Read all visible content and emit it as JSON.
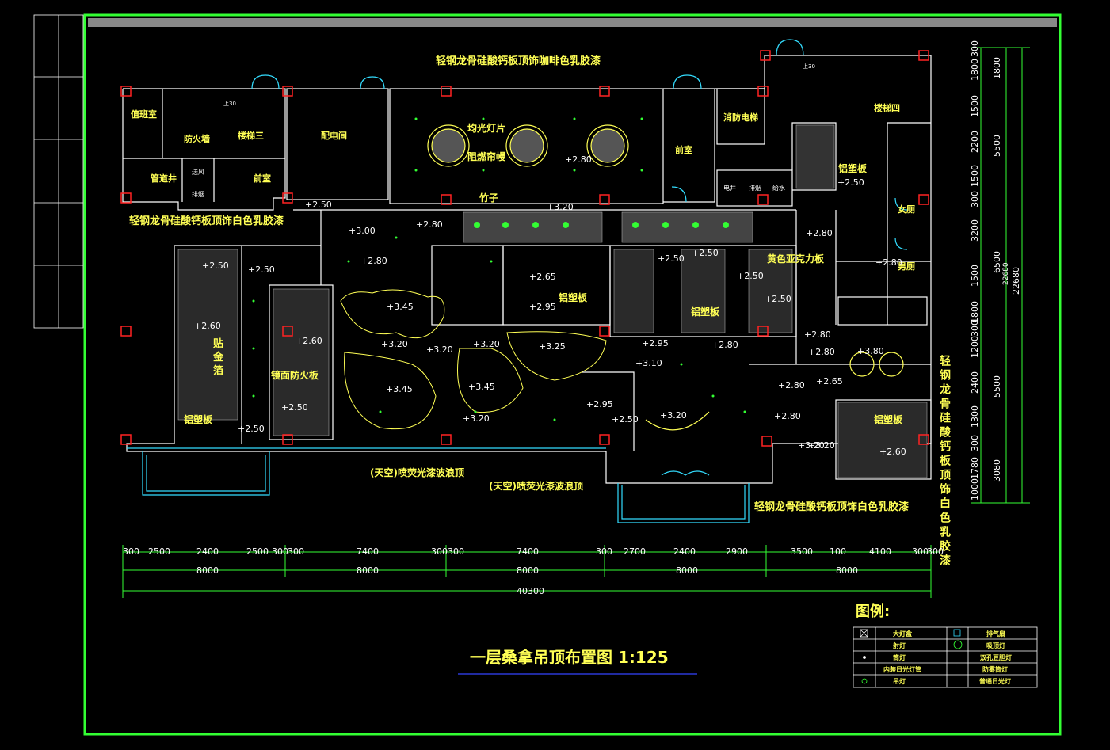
{
  "drawing": {
    "title": "一层桑拿吊顶布置图 1:125"
  },
  "rooms": [
    {
      "name": "值班室"
    },
    {
      "name": "防火墙"
    },
    {
      "name": "楼梯三"
    },
    {
      "name": "配电间"
    },
    {
      "name": "管道井"
    },
    {
      "name": "送风"
    },
    {
      "name": "排烟"
    },
    {
      "name": "前室"
    },
    {
      "name": "前室"
    },
    {
      "name": "消防电梯"
    },
    {
      "name": "楼梯四"
    },
    {
      "name": "电井"
    },
    {
      "name": "排烟"
    },
    {
      "name": "给水"
    },
    {
      "name": "女厕"
    },
    {
      "name": "男厕"
    },
    {
      "name": "上30"
    },
    {
      "name": "上30"
    }
  ],
  "annotations": [
    {
      "text": "轻钢龙骨硅酸钙板顶饰咖啡色乳胶漆"
    },
    {
      "text": "轻钢龙骨硅酸钙板顶饰白色乳胶漆"
    },
    {
      "text": "轻钢龙骨硅酸钙板顶饰白色乳胶漆"
    },
    {
      "text": "均光灯片"
    },
    {
      "text": "阻燃帘幔"
    },
    {
      "text": "竹子"
    },
    {
      "text": "铝塑板"
    },
    {
      "text": "铝塑板"
    },
    {
      "text": "铝塑板"
    },
    {
      "text": "铝塑板"
    },
    {
      "text": "铝塑板"
    },
    {
      "text": "镜面防火板"
    },
    {
      "text": "黄色亚克力板"
    },
    {
      "text": "(天空)喷荧光漆波浪顶"
    },
    {
      "text": "(天空)喷荧光漆波浪顶"
    },
    {
      "text": "贴"
    },
    {
      "text": "金"
    },
    {
      "text": "箔"
    },
    {
      "text": "轻钢龙骨硅酸钙板顶饰白色乳胶漆"
    }
  ],
  "elevations": [
    "+2.80",
    "+2.50",
    "+3.00",
    "+2.80",
    "+3.20",
    "+2.80",
    "+2.80",
    "+2.50",
    "+2.50",
    "+2.60",
    "+2.60",
    "+2.50",
    "+2.50",
    "+2.80",
    "+3.45",
    "+3.20",
    "+3.20",
    "+3.20",
    "+3.25",
    "+3.45",
    "+3.45",
    "+3.20",
    "+2.65",
    "+2.95",
    "+2.50",
    "+2.50",
    "+2.50",
    "+2.50",
    "+2.80",
    "+2.95",
    "+2.80",
    "+3.10",
    "+2.95",
    "+2.50",
    "+3.20",
    "+3.20",
    "+2.80",
    "+3.80",
    "+2.80",
    "+2.65",
    "+2.80",
    "+3.20",
    "+2.60",
    "+2.50"
  ],
  "dimensions": {
    "bottom_row1": [
      "300",
      "2500",
      "2400",
      "2500",
      "300",
      "300",
      "7400",
      "300",
      "300",
      "7400",
      "300",
      "2700",
      "2400",
      "2900",
      "3500",
      "100",
      "4100",
      "300",
      "300"
    ],
    "bottom_row2": [
      "8000",
      "8000",
      "8000",
      "8000",
      "8000"
    ],
    "bottom_total": "40300",
    "right_col1": [
      "300",
      "1800",
      "1500",
      "2200",
      "1500",
      "300",
      "3200",
      "1500",
      "1800",
      "300",
      "1200",
      "2400",
      "1300",
      "300",
      "1780",
      "1000"
    ],
    "right_col2": [
      "1800",
      "5500",
      "6500",
      "5500",
      "3080"
    ],
    "right_total_a": "22680",
    "right_total_b": "22680"
  },
  "legend": {
    "title": "图例:",
    "items": [
      {
        "label": "大灯盒",
        "icon": "square-cross-icon"
      },
      {
        "label": "排气扇",
        "icon": "square-icon"
      },
      {
        "label": "射灯",
        "icon": "dot-icon"
      },
      {
        "label": "吸顶灯",
        "icon": "circle-cross-icon"
      },
      {
        "label": "筒灯",
        "icon": "small-dot-icon"
      },
      {
        "label": "双孔豆胆灯",
        "icon": "double-lamp-icon"
      },
      {
        "label": "内装日光灯管",
        "icon": "dashed-line-icon"
      },
      {
        "label": "防雾筒灯",
        "icon": "ring-dot-icon"
      },
      {
        "label": "吊灯",
        "icon": "pendant-icon"
      },
      {
        "label": "普通日光灯",
        "icon": "dotted-line-icon"
      }
    ]
  },
  "colors": {
    "background": "#000000",
    "frame": "#33ff33",
    "walls": "#ffffff",
    "text": "#ffff55",
    "columns": "#ff2222",
    "doors": "#33ddff"
  }
}
